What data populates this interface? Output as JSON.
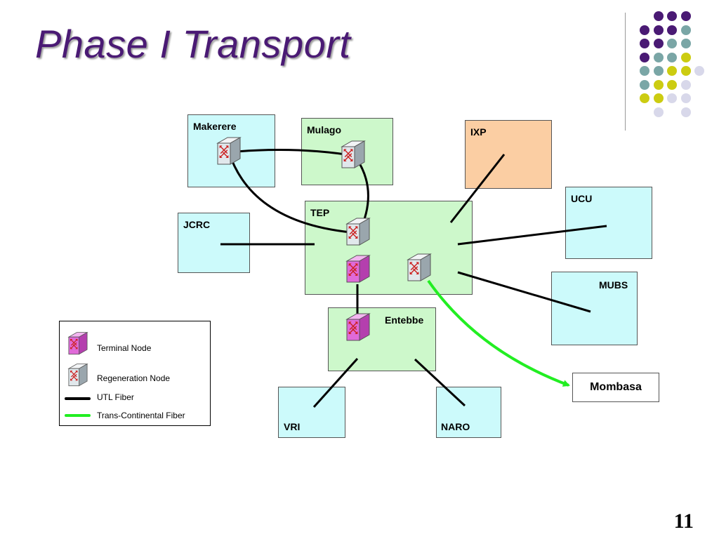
{
  "slide": {
    "title": "Phase I Transport",
    "page_number": "11"
  },
  "colors": {
    "title": "#4a1a74",
    "site_cyan": "#ccfafb",
    "site_green": "#cdf8cb",
    "site_orange": "#fbcea3",
    "utl_fiber": "#000000",
    "trans_continental_fiber": "#22ee22",
    "terminal_node": "#dd66d8",
    "regeneration_node": "#d9e3e8",
    "decor_purple": "#4a1a74",
    "decor_teal": "#7aa6a6",
    "decor_yellow": "#cccc11",
    "decor_lavender": "#d8d8ea"
  },
  "sites": {
    "makerere": "Makerere",
    "mulago": "Mulago",
    "ixp": "IXP",
    "ucu": "UCU",
    "jcrc": "JCRC",
    "tep": "TEP",
    "mubs": "MUBS",
    "entebbe": "Entebbe",
    "vri": "VRI",
    "naro": "NARO",
    "mombasa": "Mombasa"
  },
  "nodes": [
    {
      "site": "Makerere",
      "type": "regeneration"
    },
    {
      "site": "Mulago",
      "type": "regeneration"
    },
    {
      "site": "TEP",
      "type": "regeneration"
    },
    {
      "site": "TEP",
      "type": "terminal"
    },
    {
      "site": "TEP",
      "type": "regeneration"
    },
    {
      "site": "Entebbe",
      "type": "terminal"
    }
  ],
  "legend": {
    "terminal_node": "Terminal Node",
    "regeneration_node": "Regeneration Node",
    "utl_fiber": "UTL Fiber",
    "trans_continental_fiber": "Trans-Continental Fiber"
  },
  "decor_icon": "dot-grid"
}
